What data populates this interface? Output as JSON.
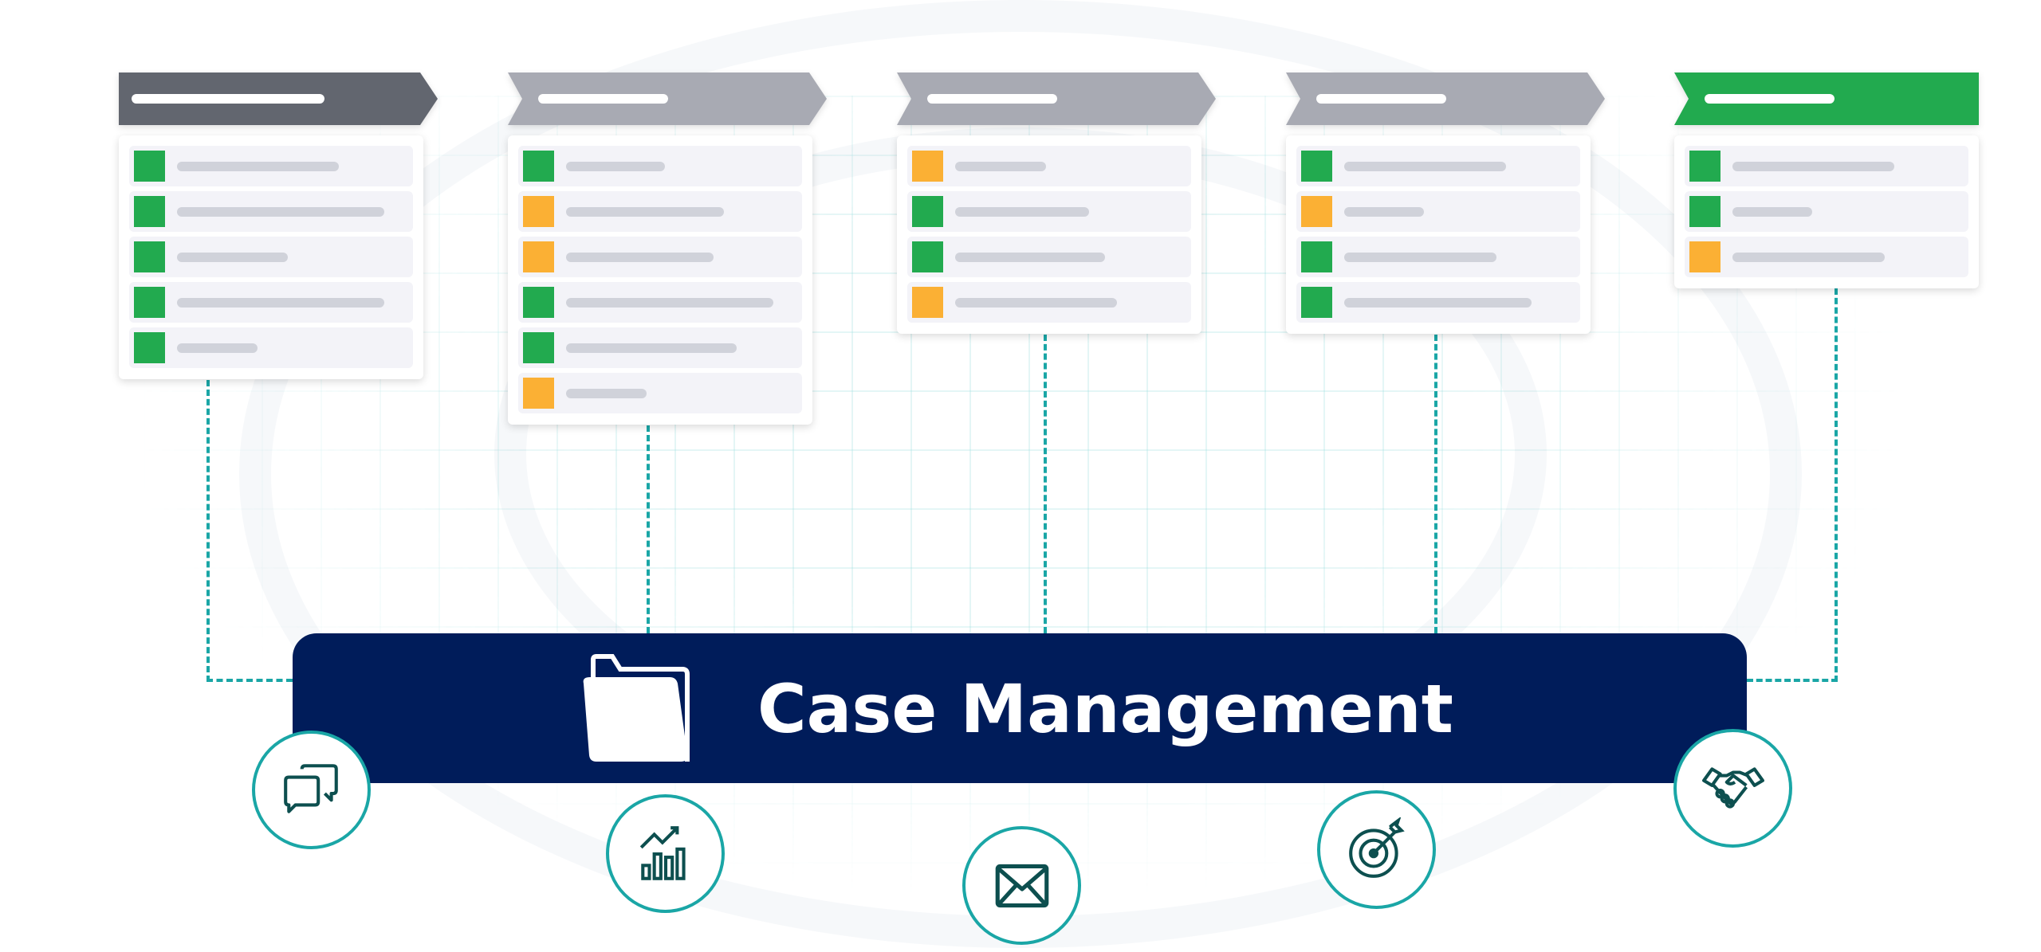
{
  "title": "Case Management",
  "colors": {
    "header_dark": "#62666f",
    "header_gray": "#a8aab3",
    "header_green": "#22aa4f",
    "green": "#22aa4f",
    "orange": "#fbb034",
    "banner": "#001c5a",
    "teal": "#1aa6a6",
    "icon": "#0d4f4f"
  },
  "stages": [
    {
      "header": "dark",
      "items": [
        "green",
        "green",
        "green",
        "green",
        "green"
      ]
    },
    {
      "header": "gray",
      "items": [
        "green",
        "orange",
        "orange",
        "green",
        "green",
        "orange"
      ]
    },
    {
      "header": "gray",
      "items": [
        "orange",
        "green",
        "green",
        "orange"
      ]
    },
    {
      "header": "gray",
      "items": [
        "green",
        "orange",
        "green",
        "green"
      ]
    },
    {
      "header": "green",
      "items": [
        "green",
        "green",
        "orange"
      ]
    }
  ],
  "icons": [
    "chat-bubbles-icon",
    "growth-chart-icon",
    "envelope-icon",
    "target-icon",
    "handshake-icon"
  ]
}
